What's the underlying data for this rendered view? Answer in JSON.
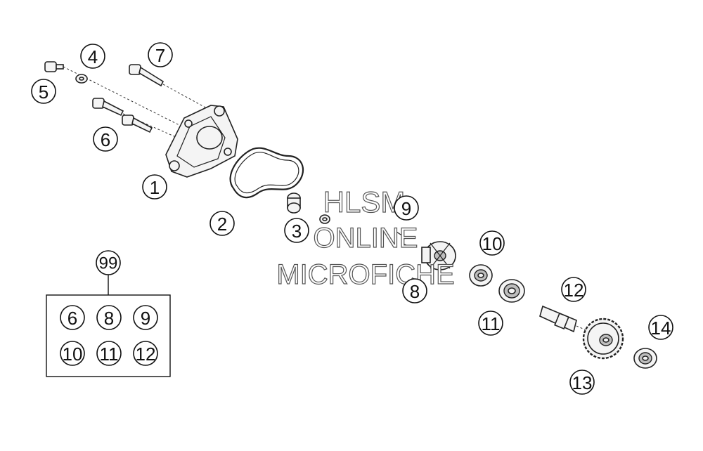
{
  "callouts": {
    "c1": "1",
    "c2": "2",
    "c3": "3",
    "c4": "4",
    "c5": "5",
    "c6": "6",
    "c7": "7",
    "c8": "8",
    "c9": "9",
    "c10": "10",
    "c11": "11",
    "c12": "12",
    "c13": "13",
    "c14": "14"
  },
  "kit": {
    "label": "99",
    "items": [
      "6",
      "8",
      "9",
      "10",
      "11",
      "12"
    ]
  },
  "watermark": {
    "line1": "HLSM",
    "line2": "ONLINE",
    "line3": "MICROFICHE"
  }
}
